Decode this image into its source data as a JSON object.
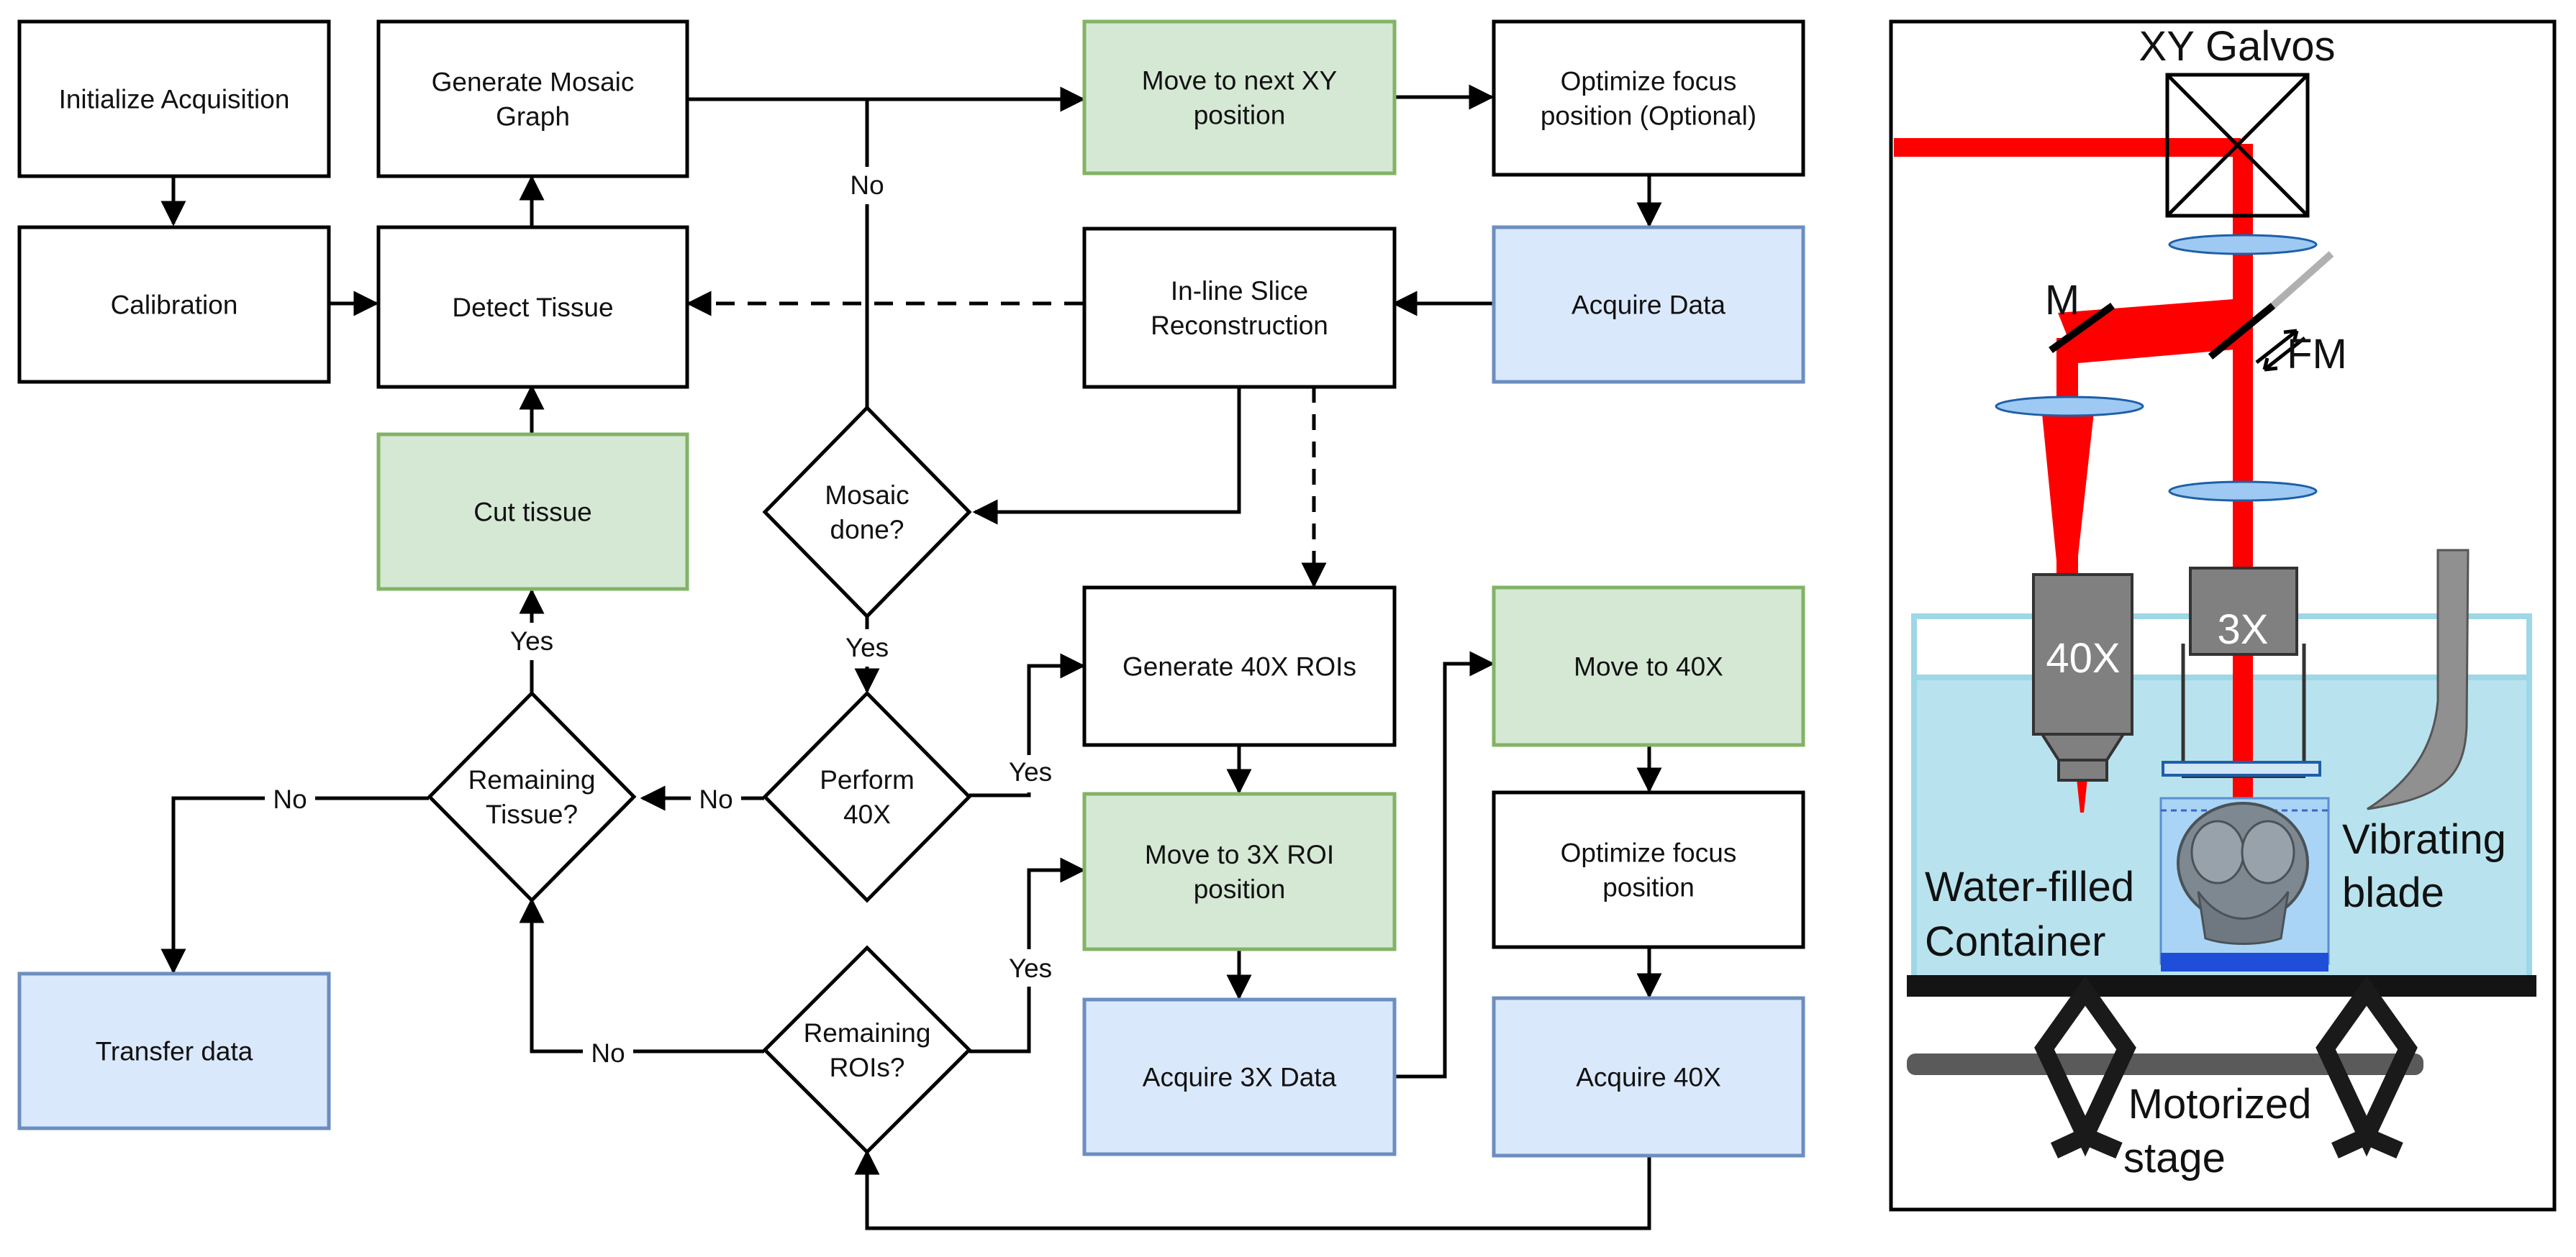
{
  "flowchart": {
    "nodes": {
      "init": {
        "lines": [
          "Initialize Acquisition"
        ],
        "fill": "#ffffff",
        "stroke": "#000000"
      },
      "calib": {
        "lines": [
          "Calibration"
        ],
        "fill": "#ffffff",
        "stroke": "#000000"
      },
      "gen_mosaic": {
        "lines": [
          "Generate Mosaic",
          "Graph"
        ],
        "fill": "#ffffff",
        "stroke": "#000000"
      },
      "detect": {
        "lines": [
          "Detect Tissue"
        ],
        "fill": "#ffffff",
        "stroke": "#000000"
      },
      "cut": {
        "lines": [
          "Cut tissue"
        ],
        "fill": "#d5e8d4",
        "stroke": "#82b366"
      },
      "move_xy": {
        "lines": [
          "Move to next XY",
          "position"
        ],
        "fill": "#d5e8d4",
        "stroke": "#82b366"
      },
      "opt_focus1": {
        "lines": [
          "Optimize focus",
          "position (Optional)"
        ],
        "fill": "#ffffff",
        "stroke": "#000000"
      },
      "acquire": {
        "lines": [
          "Acquire Data"
        ],
        "fill": "#dae8fc",
        "stroke": "#6c8ebf"
      },
      "inline": {
        "lines": [
          "In-line Slice",
          "Reconstruction"
        ],
        "fill": "#ffffff",
        "stroke": "#000000"
      },
      "mosaic_done": {
        "lines": [
          "Mosaic",
          "done?"
        ],
        "fill": "#ffffff",
        "stroke": "#000000"
      },
      "perform40": {
        "lines": [
          "Perform",
          "40X"
        ],
        "fill": "#ffffff",
        "stroke": "#000000"
      },
      "remaining_tissue": {
        "lines": [
          "Remaining",
          "Tissue?"
        ],
        "fill": "#ffffff",
        "stroke": "#000000"
      },
      "remaining_rois": {
        "lines": [
          "Remaining",
          "ROIs?"
        ],
        "fill": "#ffffff",
        "stroke": "#000000"
      },
      "gen40": {
        "lines": [
          "Generate 40X ROIs"
        ],
        "fill": "#ffffff",
        "stroke": "#000000"
      },
      "move3x": {
        "lines": [
          "Move to 3X ROI",
          "position"
        ],
        "fill": "#d5e8d4",
        "stroke": "#82b366"
      },
      "acq3x": {
        "lines": [
          "Acquire 3X Data"
        ],
        "fill": "#dae8fc",
        "stroke": "#6c8ebf"
      },
      "move40": {
        "lines": [
          "Move to 40X"
        ],
        "fill": "#d5e8d4",
        "stroke": "#82b366"
      },
      "opt_focus2": {
        "lines": [
          "Optimize focus",
          "position"
        ],
        "fill": "#ffffff",
        "stroke": "#000000"
      },
      "acq40": {
        "lines": [
          "Acquire 40X"
        ],
        "fill": "#dae8fc",
        "stroke": "#6c8ebf"
      },
      "transfer": {
        "lines": [
          "Transfer data"
        ],
        "fill": "#dae8fc",
        "stroke": "#6c8ebf"
      }
    },
    "edge_labels": {
      "mosaic_no": "No",
      "mosaic_yes": "Yes",
      "perform_yes": "Yes",
      "perform_no": "No",
      "tissue_yes": "Yes",
      "tissue_no": "No",
      "rois_yes": "Yes",
      "rois_no": "No"
    }
  },
  "optics": {
    "labels": {
      "galvos": "XY Galvos",
      "mirror": "M",
      "flip_mirror": "FM",
      "objective_40x": "40X",
      "objective_3x": "3X",
      "container_line1": "Water-filled",
      "container_line2": "Container",
      "blade_line1": "Vibrating",
      "blade_line2": "blade",
      "stage_line1": "Motorized",
      "stage_line2": "stage"
    },
    "colors": {
      "laser": "#ff0000",
      "water": "#b8e3ee",
      "lens": "#9ec9f2",
      "objective": "#808080"
    }
  }
}
